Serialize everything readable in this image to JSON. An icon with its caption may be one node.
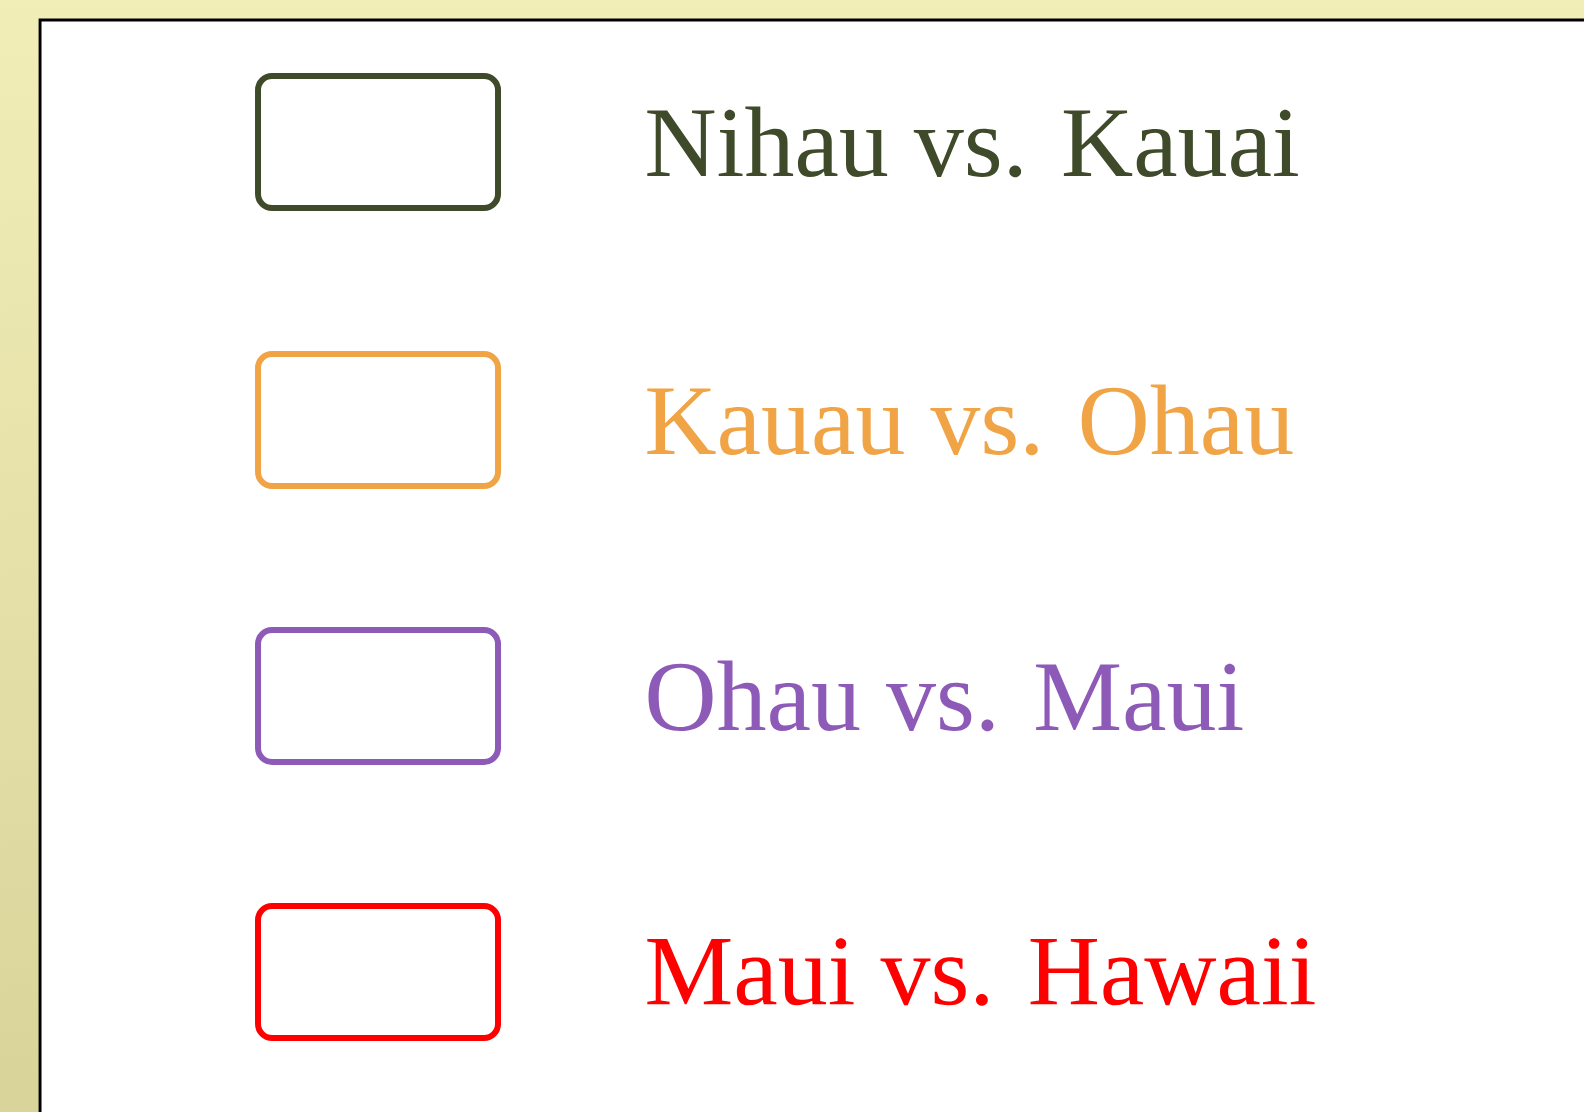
{
  "diagram": {
    "legend": [
      {
        "text": "Nihau vs. Kauai",
        "color": "#3f4a2a"
      },
      {
        "text": "Kauau vs. Ohau",
        "color": "#f0a445"
      },
      {
        "text": "Ohau vs. Maui",
        "color": "#8e5ab8"
      },
      {
        "text": "Maui vs. Hawaii",
        "color": "#ff0000"
      }
    ]
  }
}
